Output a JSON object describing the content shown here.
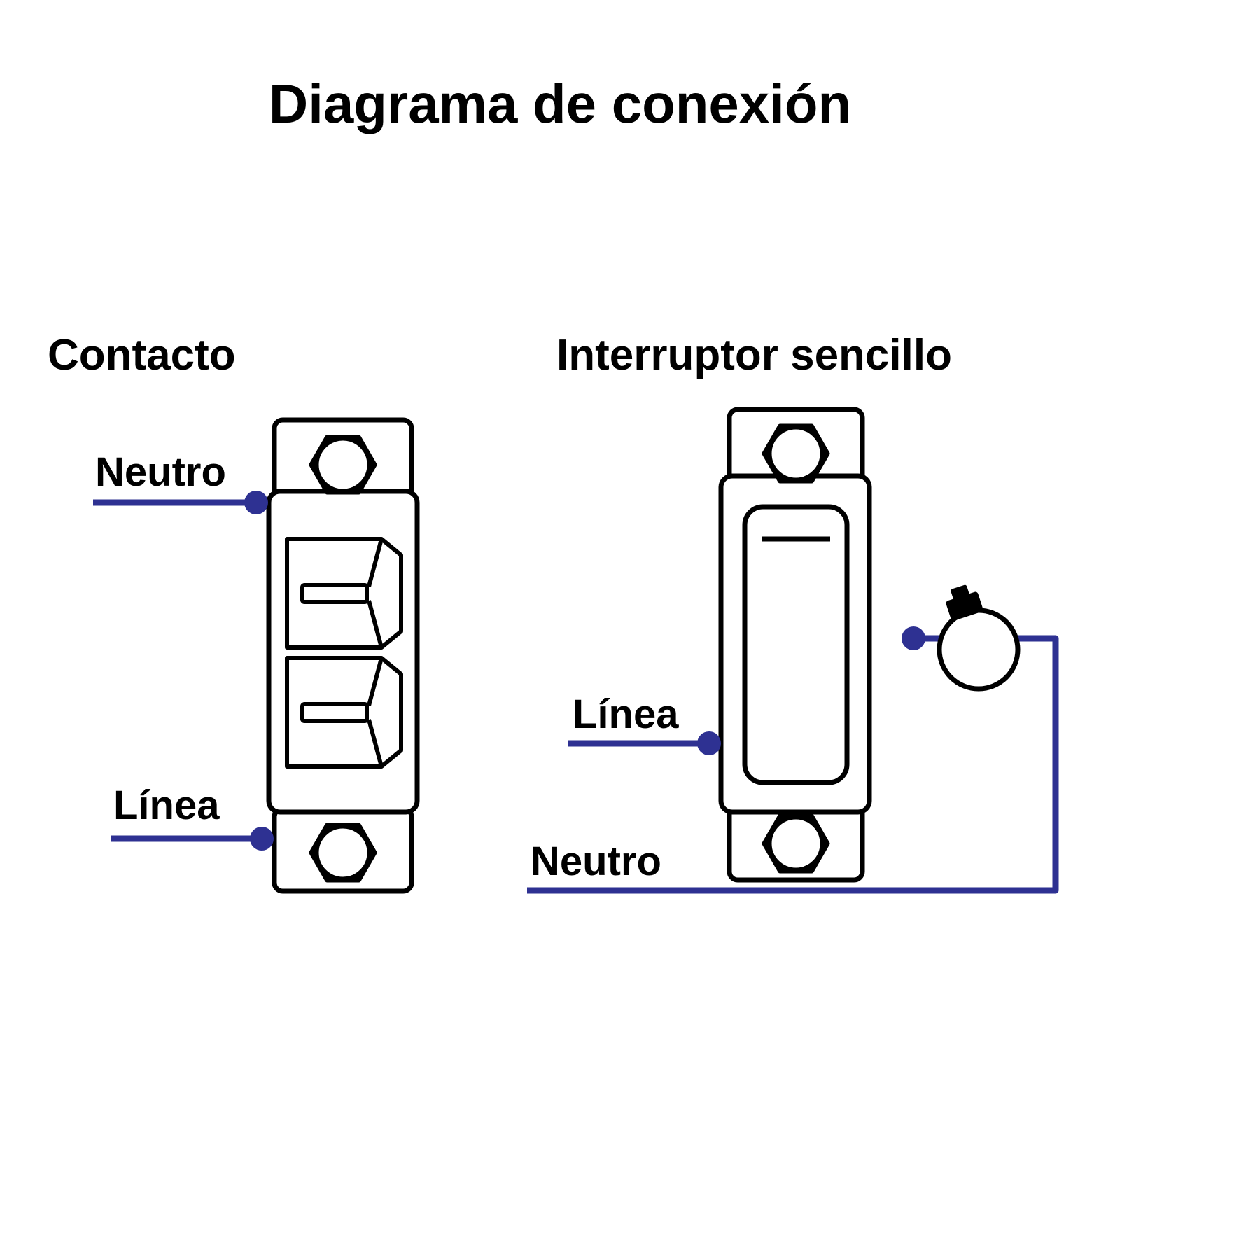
{
  "title": "Diagrama de conexión",
  "colors": {
    "wire": "#2e3192",
    "outline": "#000000",
    "background": "#ffffff"
  },
  "contacto": {
    "label": "Contacto",
    "neutral_label": "Neutro",
    "line_label": "Línea"
  },
  "interruptor": {
    "label": "Interruptor sencillo",
    "line_label": "Línea",
    "neutral_label": "Neutro"
  }
}
